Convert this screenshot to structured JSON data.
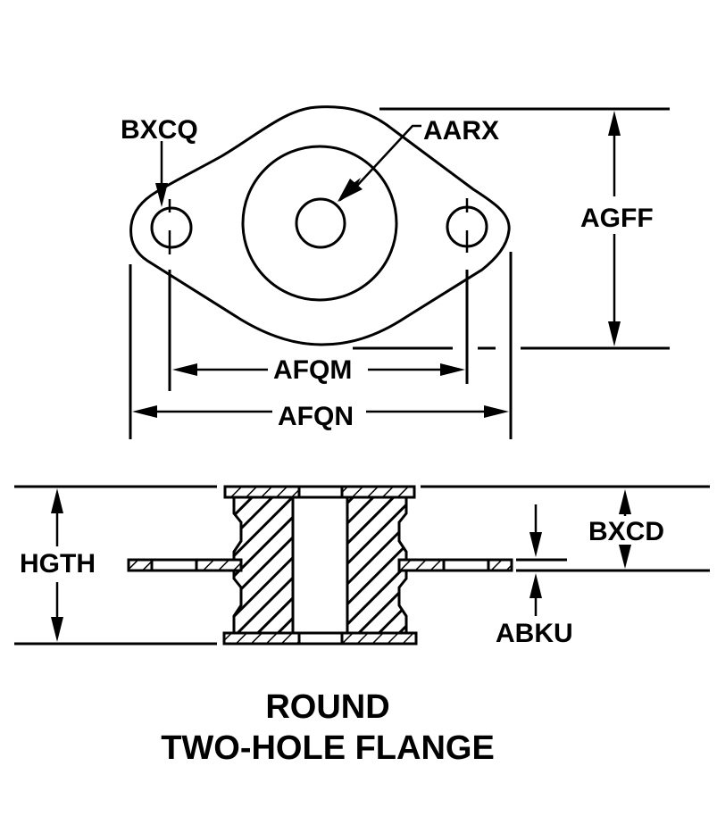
{
  "diagram": {
    "title_line1": "ROUND",
    "title_line2": "TWO-HOLE FLANGE",
    "colors": {
      "ink": "#000000",
      "paper": "#ffffff"
    },
    "top_view": {
      "labels": {
        "mounting_hole": "BXCQ",
        "center_bore": "AARX",
        "overall_width_flange": "AGFF",
        "hole_spacing": "AFQM",
        "overall_length": "AFQN"
      }
    },
    "side_view": {
      "labels": {
        "height": "HGTH",
        "flange_to_top": "BXCD",
        "flange_thickness": "ABKU"
      }
    }
  }
}
